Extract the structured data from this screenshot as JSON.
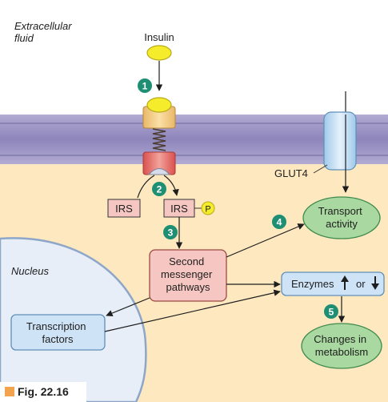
{
  "regions": {
    "extracellular": "Extracellular\nfluid",
    "nucleus": "Nucleus"
  },
  "molecules": {
    "insulin": "Insulin",
    "glut4": "GLUT4",
    "irs": "IRS",
    "irs_p": "IRS",
    "phosphate": "P"
  },
  "boxes": {
    "second_messenger": "Second\nmessenger\npathways",
    "enzymes": "Enzymes",
    "enzymes_or": "or",
    "transcription": "Transcription\nfactors"
  },
  "outcomes": {
    "transport": "Transport\nactivity",
    "metabolism": "Changes in\nmetabolism"
  },
  "steps": [
    "1",
    "2",
    "3",
    "4",
    "5"
  ],
  "caption": "Fig. 22.16",
  "colors": {
    "extracellular_bg": "#ffffff",
    "cytoplasm_bg": "#fde8c0",
    "membrane": "#9b92c2",
    "step_circle": "#1e8f73",
    "outcome_fill": "#a9d9a0",
    "box_blue": "#cfe3f6",
    "box_pink": "#f6c7c2",
    "nucleus_fill": "#e7eef7",
    "insulin_fill": "#f5ec2b",
    "caption_square": "#f3a34d"
  }
}
